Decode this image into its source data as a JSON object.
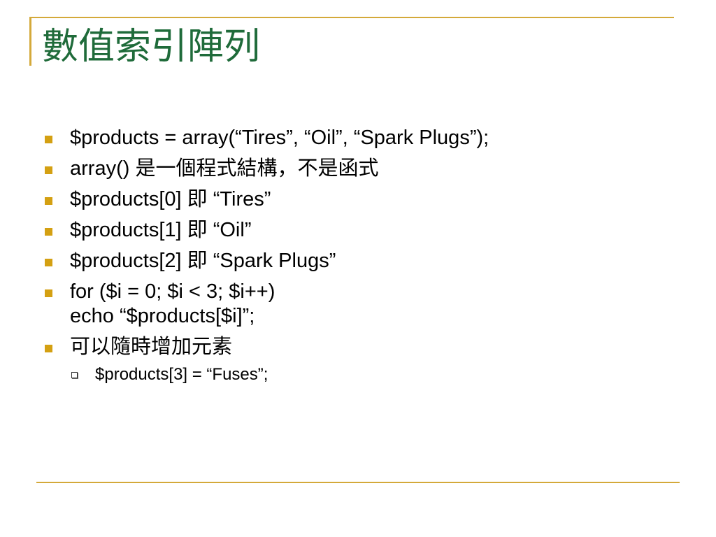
{
  "slide": {
    "title": "數值索引陣列",
    "accent_color": "#d4a93a",
    "title_color": "#1f6b3a",
    "bullets": [
      {
        "lines": [
          "$products = array(“Tires”, “Oil”, “Spark Plugs”);"
        ]
      },
      {
        "lines": [
          "array() 是一個程式結構，不是函式"
        ]
      },
      {
        "lines": [
          "$products[0] 即 “Tires”"
        ]
      },
      {
        "lines": [
          "$products[1] 即 “Oil”"
        ]
      },
      {
        "lines": [
          "$products[2] 即 “Spark Plugs”"
        ]
      },
      {
        "lines": [
          "for ($i = 0; $i < 3; $i++)",
          "echo “$products[$i]”;"
        ]
      },
      {
        "lines": [
          "可以隨時增加元素"
        ]
      }
    ],
    "sub_bullets": [
      {
        "text": "$products[3] = “Fuses”;"
      }
    ]
  }
}
